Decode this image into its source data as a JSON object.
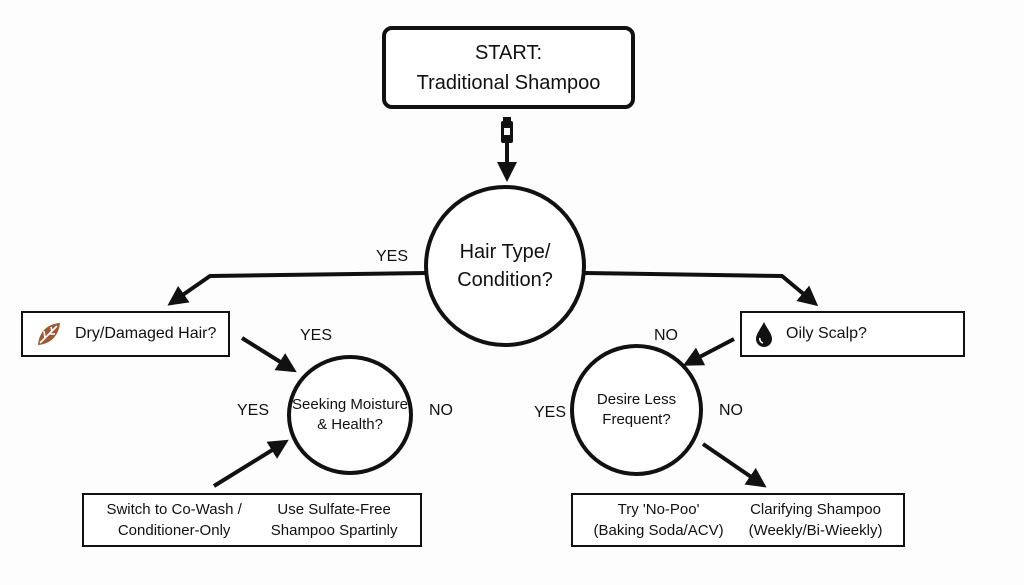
{
  "start": {
    "line1": "START:",
    "line2": "Traditional Shampoo"
  },
  "hair_type": {
    "line1": "Hair Type/",
    "line2": "Condition?"
  },
  "dry": {
    "label": "Dry/Damaged Hair?"
  },
  "oily": {
    "label": "Oily Scalp?"
  },
  "moisture": {
    "line1": "Seeking Moisture",
    "line2": "& Health?"
  },
  "frequency": {
    "line1": "Desire Less",
    "line2": "Frequent?"
  },
  "results_left": [
    {
      "line1": "Switch to Co-Wash /",
      "line2": "Conditioner-Only"
    },
    {
      "line1": "Use Sulfate-Free",
      "line2": "Shampoo Spartinly"
    }
  ],
  "results_right": [
    {
      "line1": "Try 'No-Poo'",
      "line2": "(Baking Soda/ACV)"
    },
    {
      "line1": "Clarifying Shampoo",
      "line2": "(Weekly/Bi-Wieekly)"
    }
  ],
  "labels": {
    "main_yes": "YES",
    "dry_yes": "YES",
    "moist_yes": "YES",
    "moist_no": "NO",
    "oily_no": "NO",
    "freq_yes": "YES",
    "freq_no": "NO"
  },
  "icons": {
    "bottle": "shampoo-bottle-icon",
    "leaf": "dry-leaf-icon",
    "drop": "oil-drop-icon",
    "leaf_color": "#9a5a36",
    "line_color": "#111111"
  }
}
